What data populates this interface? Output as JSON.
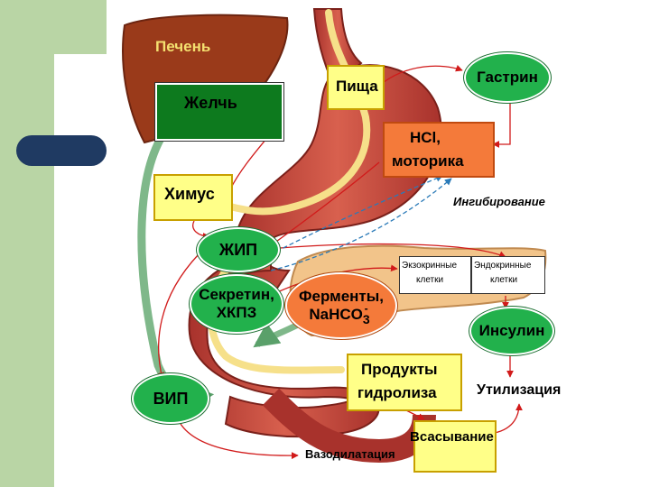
{
  "nodes": {
    "liver": "Печень",
    "bile": "Желчь",
    "food": "Пища",
    "gastrin": "Гастрин",
    "hcl_line1": "HCl,",
    "hcl_line2": "моторика",
    "chyme": "Химус",
    "inhibition": "Ингибирование",
    "gip": "ЖИП",
    "exocrine_line1": "Экзокринные",
    "exocrine_line2": "клетки",
    "endocrine_line1": "Эндокринные",
    "endocrine_line2": "клетки",
    "secretin_line1": "Секретин,",
    "secretin_line2": "ХКПЗ",
    "enzymes_line1": "Ферменты,",
    "enzymes_line2": "NaHCO",
    "enzymes_sub": "3",
    "enzymes_sup": "-",
    "insulin": "Инсулин",
    "products_line1": "Продукты",
    "products_line2": "гидролиза",
    "utilization": "Утилизация",
    "vip": "ВИП",
    "absorption": "Всасывание",
    "vasodilation": "Вазодилатация"
  },
  "colors": {
    "green_node": "#22b14c",
    "orange_node": "#f47a3a",
    "yellow_box": "#ffff88",
    "dark_green_box": "#0d7a1e",
    "liver": "#9a3a1a",
    "stomach": "#c0433a",
    "pancreas": "#f2c48a",
    "arrow_red": "#d11a1a",
    "arrow_blue": "#2a7ab8",
    "sidebar_green": "#b9d5a5",
    "sidebar_navy": "#1f3a62"
  }
}
